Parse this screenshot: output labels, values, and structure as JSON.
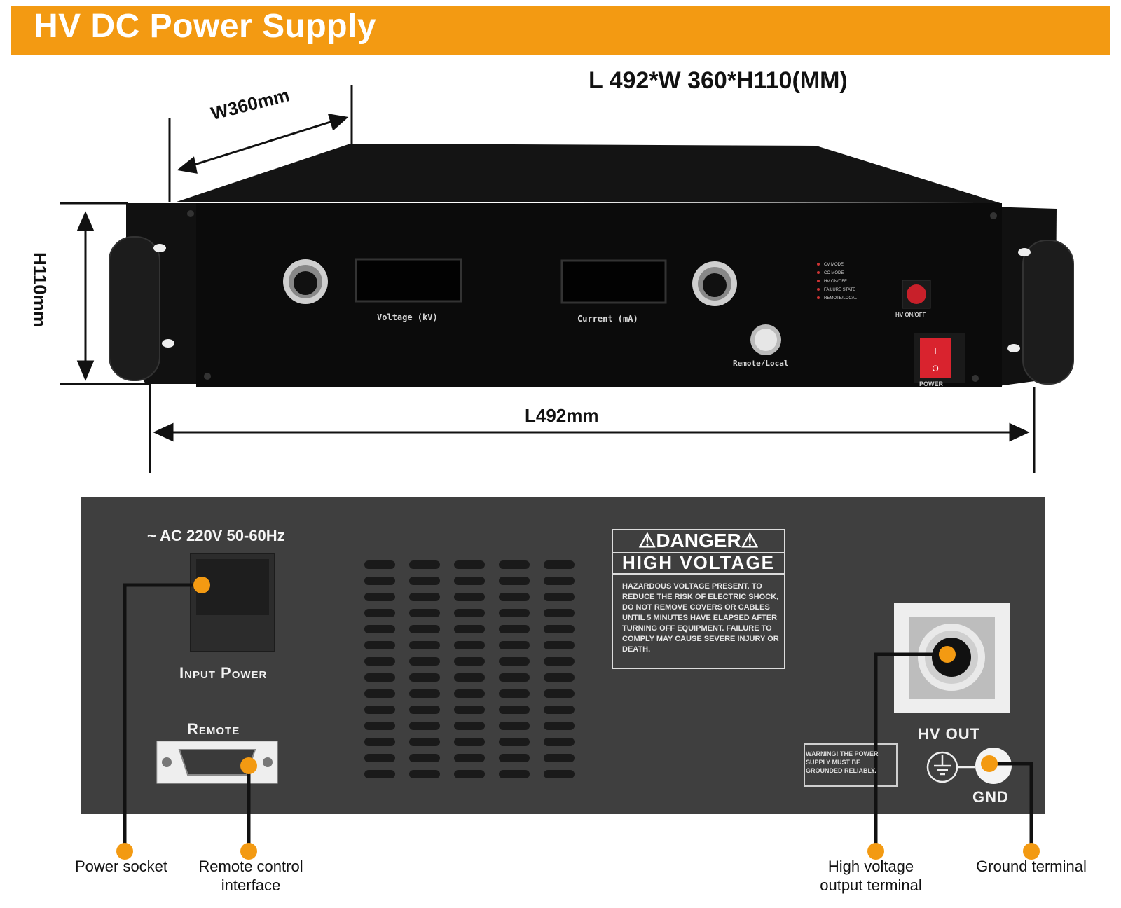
{
  "header": {
    "title": "HV DC Power Supply"
  },
  "dimensions": {
    "overall": "L 492*W 360*H110(MM)",
    "width_label": "W360mm",
    "height_label": "H110mm",
    "length_label": "L492mm"
  },
  "front_panel": {
    "voltage_label": "Voltage  (kV)",
    "current_label": "Current  (mA)",
    "indicators": [
      "CV MODE",
      "CC MODE",
      "HV ON/OFF",
      "FAILURE STATE",
      "REMOTE/LOCAL"
    ],
    "remote_local_label": "Remote/Local",
    "hv_onoff_label": "HV ON/OFF",
    "power_label": "POWER",
    "switch_symbols": [
      "I",
      "O"
    ]
  },
  "rear_panel": {
    "ac_input": "~ AC 220V 50-60Hz",
    "input_power_label": "Input Power",
    "remote_label": "Remote",
    "danger_title": "⚠DANGER⚠",
    "high_voltage_title": "HIGH VOLTAGE",
    "hazard_text": "HAZARDOUS VOLTAGE PRESENT. TO REDUCE THE RISK OF ELECTRIC SHOCK, DO NOT REMOVE COVERS OR CABLES UNTIL 5 MINUTES HAVE ELAPSED AFTER TURNING OFF EQUIPMENT. FAILURE TO COMPLY MAY CAUSE SEVERE INJURY OR DEATH.",
    "warning_text": "WARNING! THE POWER SUPPLY MUST BE GROUNDED RELIABLY.",
    "hv_out_label": "HV OUT",
    "gnd_label": "GND"
  },
  "callouts": {
    "power_socket": "Power socket",
    "remote_control": "Remote control interface",
    "hv_terminal": "High voltage output terminal",
    "ground_terminal": "Ground terminal"
  },
  "colors": {
    "accent": "#f39a12",
    "chassis": "#0d0d0d",
    "rear_panel": "#3f3f3f"
  }
}
